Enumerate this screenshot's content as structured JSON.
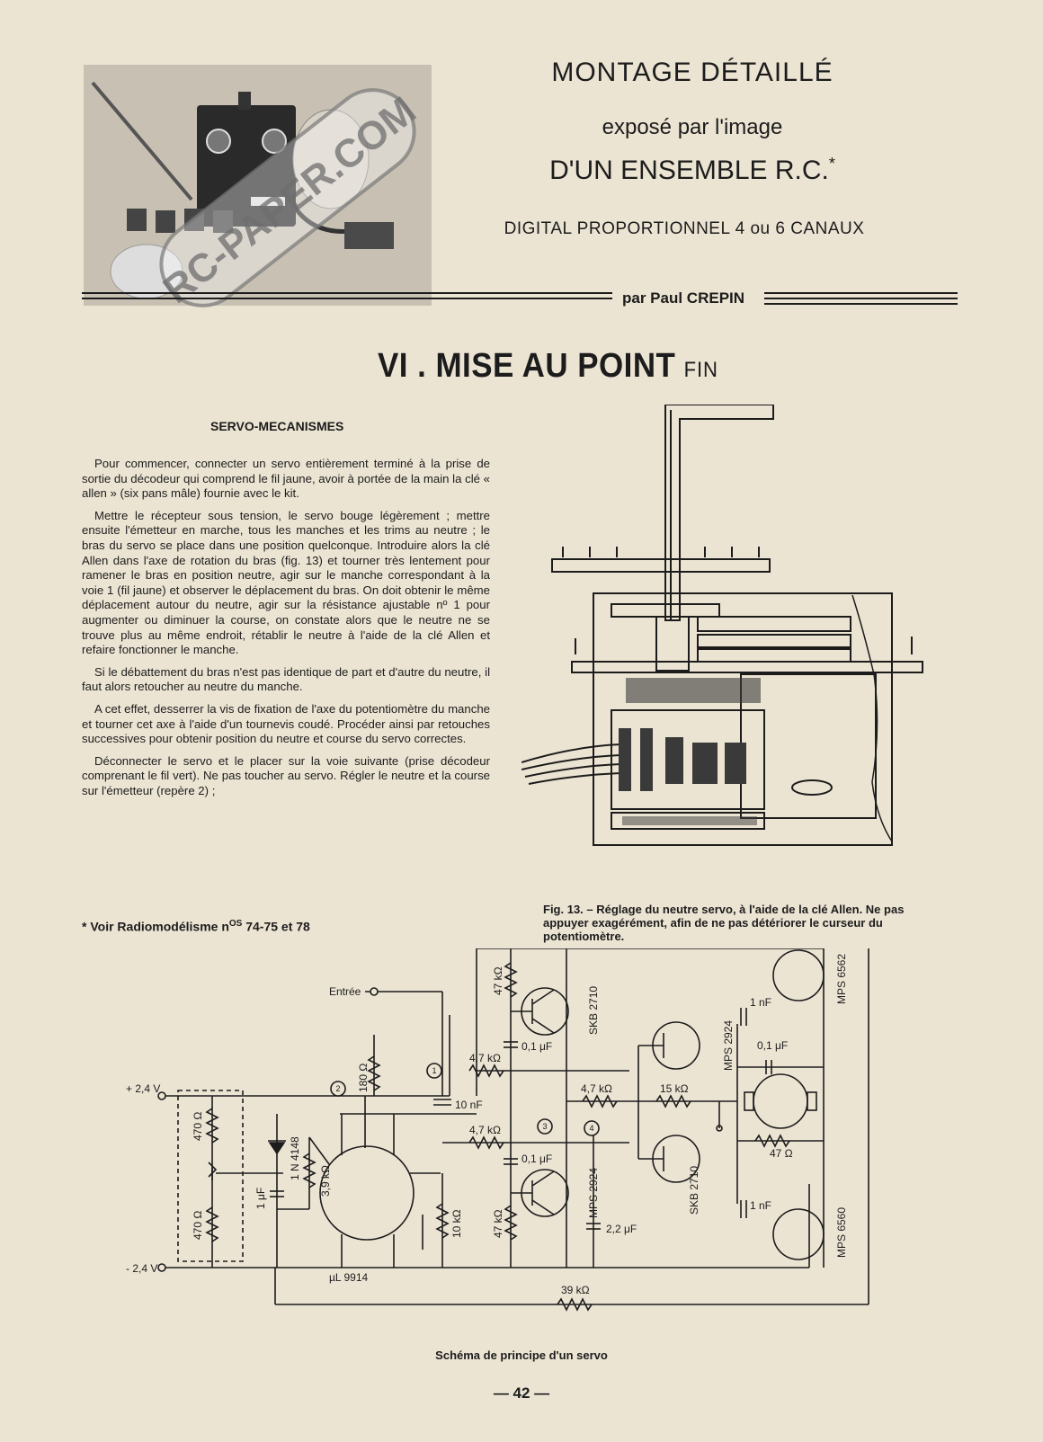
{
  "header": {
    "title_line1": "MONTAGE DÉTAILLÉ",
    "title_line2": "exposé par l'image",
    "title_line3": "D'UN ENSEMBLE R.C.",
    "title_mark": "*",
    "subtitle": "DIGITAL PROPORTIONNEL 4 ou 6 CANAUX",
    "author": "par Paul CREPIN"
  },
  "watermark": "RC-PAPER.COM",
  "section": {
    "title": "VI . MISE AU POINT",
    "suffix": "FIN"
  },
  "subheading": "SERVO-MECANISMES",
  "paragraphs": [
    "Pour commencer, connecter un servo entièrement terminé à la prise de sortie du décodeur qui comprend le fil jaune, avoir à portée de la main la clé « allen » (six pans mâle) fournie avec le kit.",
    "Mettre le récepteur sous tension, le servo bouge légèrement ; mettre ensuite l'émetteur en marche, tous les manches et les trims au neutre ; le bras du servo se place dans une position quelconque. Introduire alors la clé Allen dans l'axe de rotation du bras (fig. 13) et tourner très lentement pour ramener le bras en position neutre, agir sur le manche correspondant à la voie 1 (fil jaune) et observer le déplacement du bras. On doit obtenir le même déplacement autour du neutre, agir sur la résistance ajustable nº 1 pour augmenter ou diminuer la course, on constate alors que le neutre ne se trouve plus au même endroit, rétablir le neutre à l'aide de la clé Allen et refaire fonctionner le manche.",
    "Si le débattement du bras n'est pas identique de part et d'autre du neutre, il faut alors retoucher au neutre du manche.",
    "A cet effet, desserrer la vis de fixation de l'axe du potentiomètre du manche et tourner cet axe à l'aide d'un tournevis coudé. Procéder ainsi par retouches successives pour obtenir position du neutre et course du servo correctes.",
    "Déconnecter le servo et le placer sur la voie suivante (prise décodeur comprenant le fil vert). Ne pas toucher au servo. Régler le neutre et la course sur l'émetteur (repère 2) ;"
  ],
  "footnote": {
    "star": "*",
    "text": "Voir Radiomodélisme n",
    "sup": "OS",
    "refs": "74-75 et 78"
  },
  "figure13_caption": "Fig. 13. – Réglage du neutre servo, à l'aide de la clé Allen. Ne pas appuyer exagérément, afin de ne pas détériorer le curseur du potentiomètre.",
  "schematic": {
    "caption": "Schéma de principe d'un servo",
    "labels": {
      "entree": "Entrée",
      "vplus": "+ 2,4 V",
      "vminus": "- 2,4 V",
      "r470a": "470 Ω",
      "r470b": "470 Ω",
      "diode": "1 N 4148",
      "c1uf": "1 μF",
      "r39": "3,9 kΩ",
      "r180": "180 Ω",
      "ic": "µL 9914",
      "r10k": "10 kΩ",
      "r47k_top": "47 kΩ",
      "r47k_bot": "47 kΩ",
      "r47k_1": "4,7 kΩ",
      "r47k_2": "4,7 kΩ",
      "r47k_3": "4,7 kΩ",
      "c10nf": "10 nF",
      "c01a": "0,1 μF",
      "c01b": "0,1 μF",
      "c01c": "0,1 μF",
      "c22": "2,2 μF",
      "r15k": "15 kΩ",
      "r47": "47 Ω",
      "c1nf_a": "1 nF",
      "c1nf_b": "1 nF",
      "r39k": "39 kΩ",
      "q_skb_top": "SKB 2710",
      "q_mps2924_bot": "MPS 2924",
      "q_mps2924": "MPS 2924",
      "q_skb_bot": "SKB 2710",
      "q_mps6562": "MPS 6562",
      "q_mps6560": "MPS 6560",
      "n1": "1",
      "n2": "2",
      "n3": "3",
      "n4": "4"
    }
  },
  "page_number": "— 42 —"
}
